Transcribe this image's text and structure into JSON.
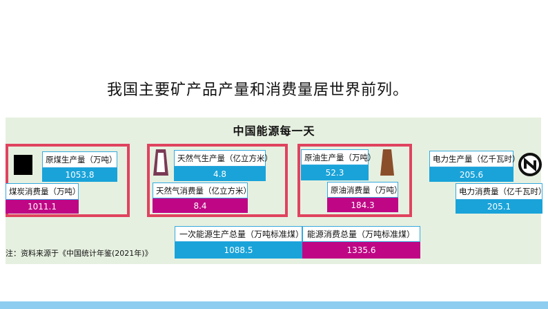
{
  "heading": "我国主要矿产品产量和消费量居世界前列。",
  "panel": {
    "title": "中国能源每一天",
    "groups": [
      {
        "icon": "coal-block-icon",
        "production": {
          "label": "原煤生产量（万吨）",
          "value": "1053.8"
        },
        "consumption": {
          "label": "煤炭消费量（万吨）",
          "value": "1011.1"
        }
      },
      {
        "icon": "gas-tank-icon",
        "production": {
          "label": "天然气生产量（亿立方米）",
          "value": "4.8"
        },
        "consumption": {
          "label": "天然气消费量（亿立方米）",
          "value": "8.4"
        }
      },
      {
        "icon": "oil-barrel-icon",
        "production": {
          "label": "原油生产量（万吨）",
          "value": "52.3"
        },
        "consumption": {
          "label": "原油消费量（万吨）",
          "value": "184.3"
        }
      },
      {
        "icon": "electricity-icon",
        "production": {
          "label": "电力生产量（亿千瓦时）",
          "value": "205.6"
        },
        "consumption": {
          "label": "电力消费量（亿千瓦时）",
          "value": "205.1"
        }
      }
    ],
    "totals": {
      "production": {
        "label": "一次能源生产总量（万吨标准煤）",
        "value": "1088.5"
      },
      "consumption": {
        "label": "能源消费总量（万吨标准煤）",
        "value": "1335.6"
      }
    },
    "source_note": "注：资料来源于《中国统计年鉴(2021年)》"
  },
  "colors": {
    "production": "#19a3d9",
    "consumption": "#bf0785",
    "frame": "#e0435f",
    "panel_bg": "#e6f0e0",
    "footer": "#8ecdf0"
  }
}
